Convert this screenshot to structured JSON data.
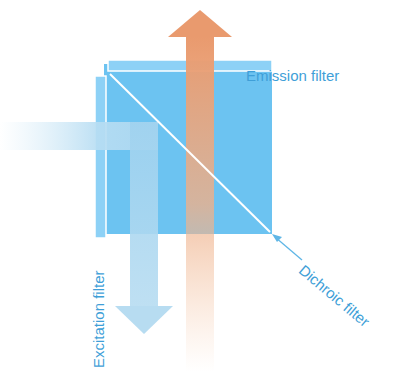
{
  "diagram": {
    "labels": [
      "Emission filter",
      "Excitation filter",
      "Dichroic filter"
    ]
  }
}
